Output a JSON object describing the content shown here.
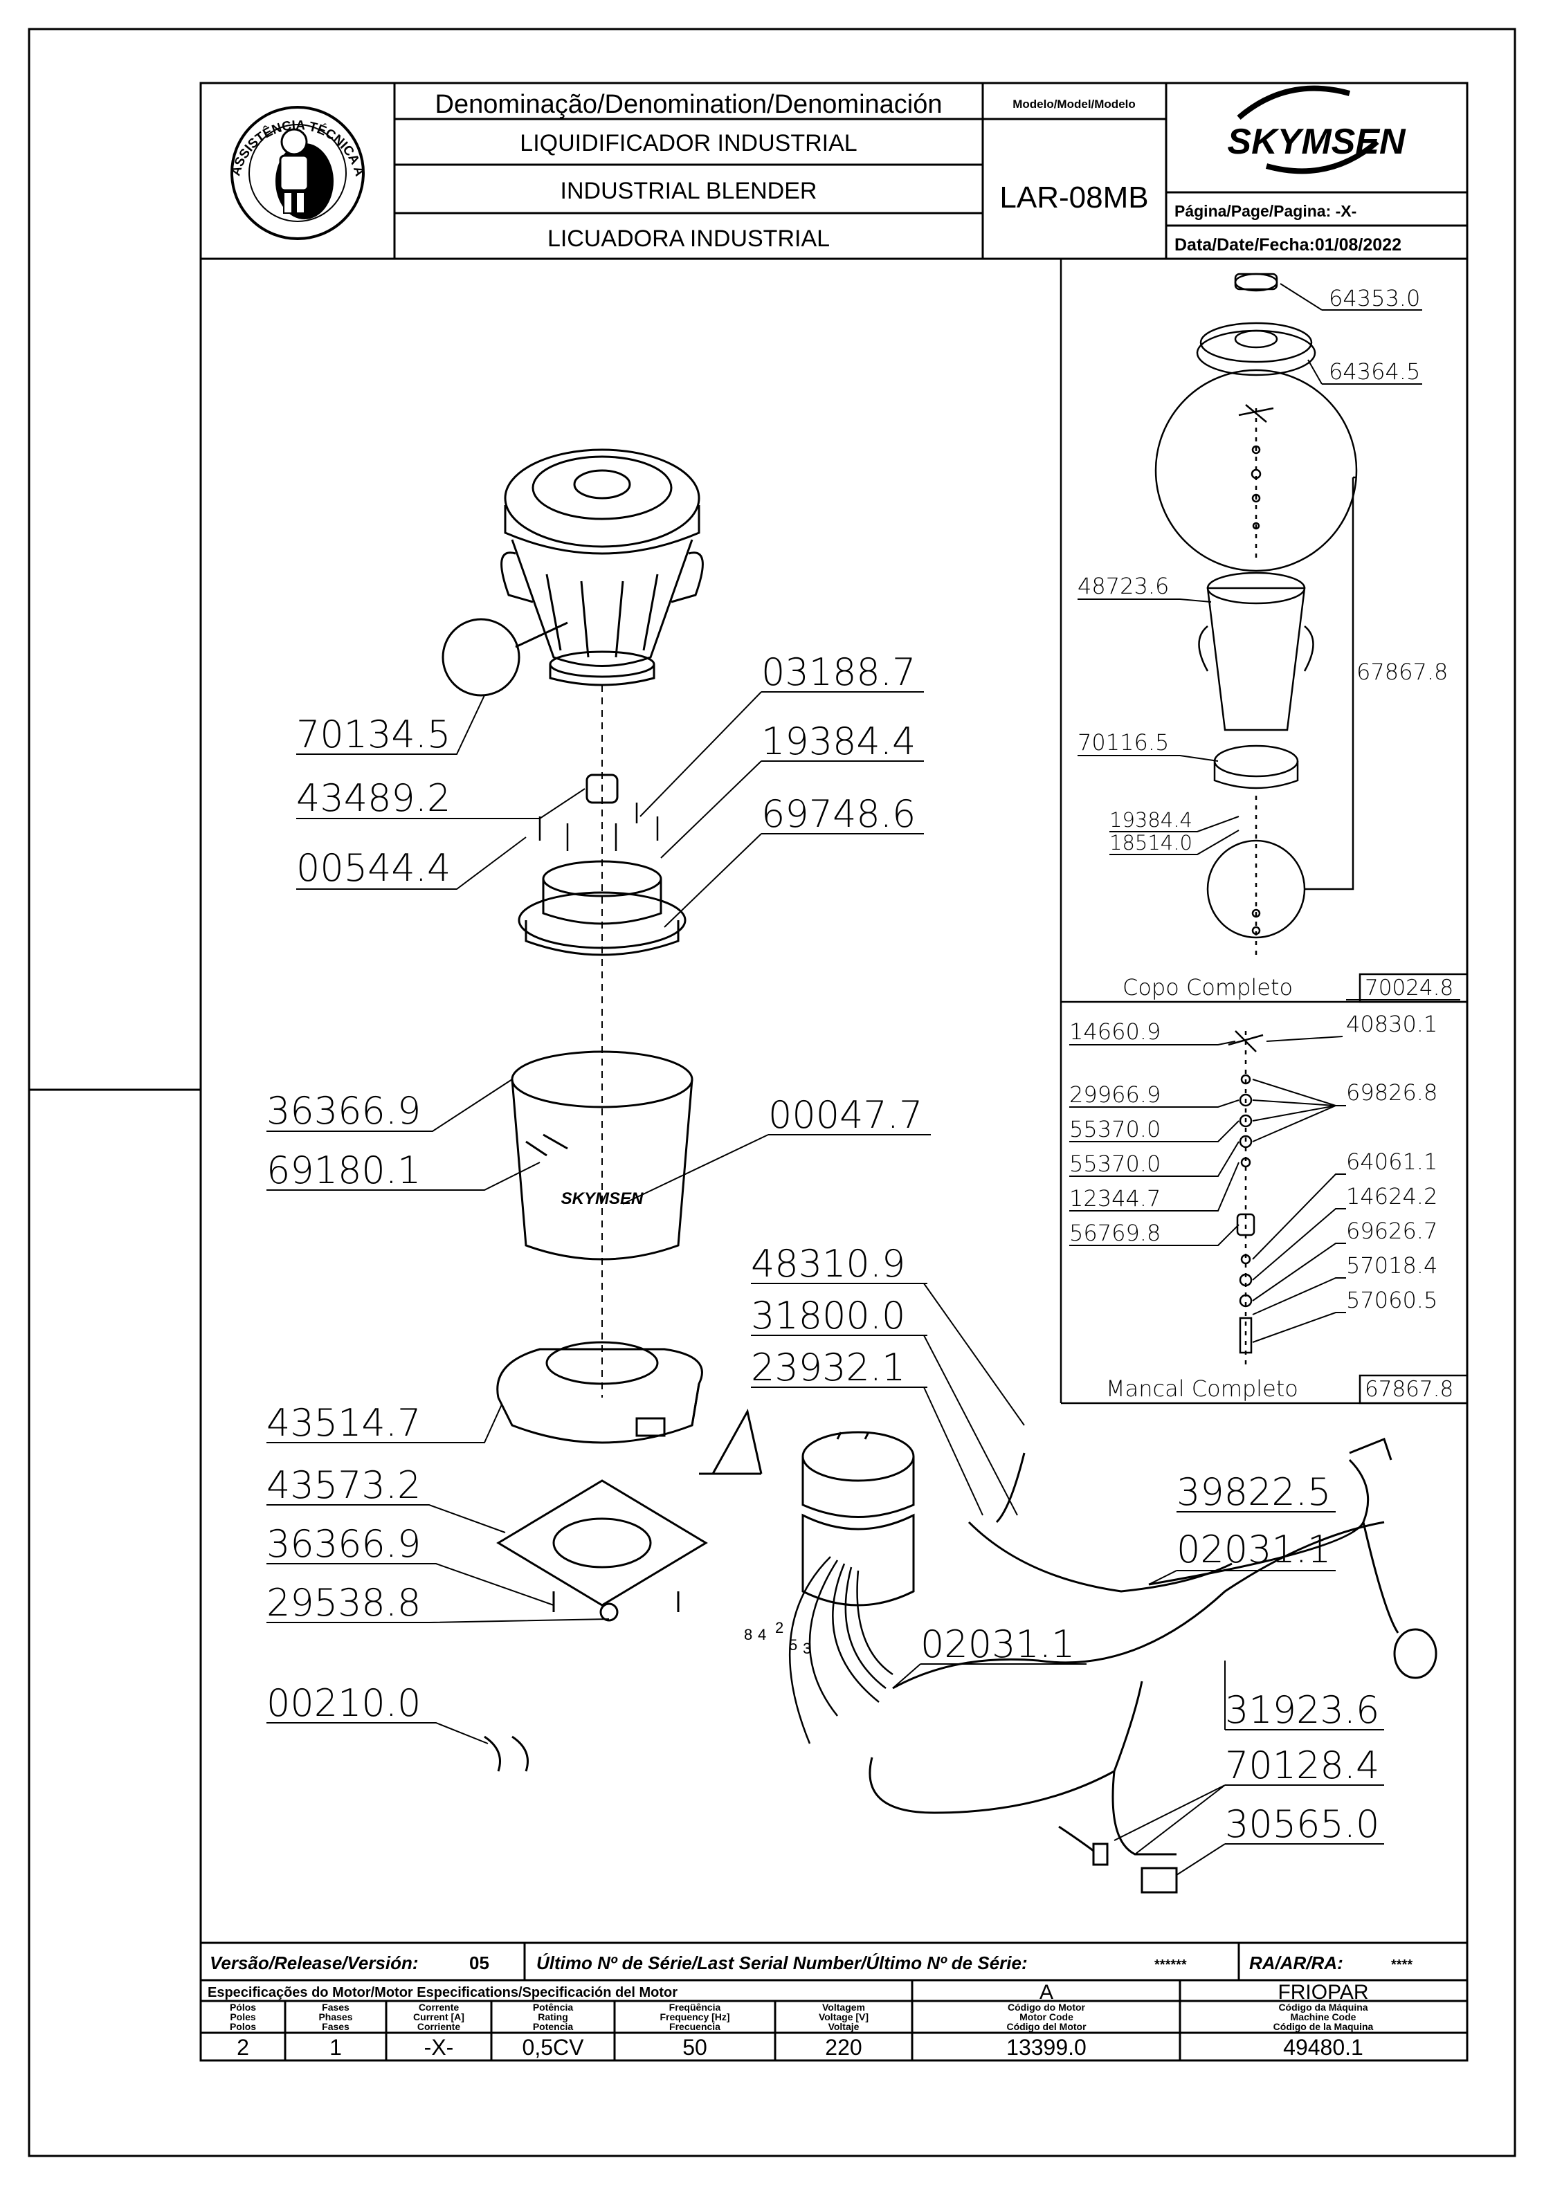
{
  "header": {
    "denomination_label": "Denominação/Denomination/Denominación",
    "name_pt": "LIQUIDIFICADOR INDUSTRIAL",
    "name_en": "INDUSTRIAL BLENDER",
    "name_es": "LICUADORA INDUSTRIAL",
    "model_label": "Modelo/Model/Modelo",
    "model": "LAR-08MB",
    "brand": "SKYMSEN",
    "page_label": "Página/Page/Pagina: -X-",
    "date_label": "Data/Date/Fecha:01/08/2022",
    "seal_text": "ASSISTÊNCIA TÉCNICA AUTORIZADA"
  },
  "main_parts": [
    {
      "code": "70134.5"
    },
    {
      "code": "03188.7"
    },
    {
      "code": "19384.4"
    },
    {
      "code": "43489.2"
    },
    {
      "code": "69748.6"
    },
    {
      "code": "00544.4"
    },
    {
      "code": "36366.9"
    },
    {
      "code": "69180.1"
    },
    {
      "code": "00047.7"
    },
    {
      "code": "48310.9"
    },
    {
      "code": "31800.0"
    },
    {
      "code": "23932.1"
    },
    {
      "code": "43514.7"
    },
    {
      "code": "43573.2"
    },
    {
      "code": "36366.9"
    },
    {
      "code": "29538.8"
    },
    {
      "code": "00210.0"
    },
    {
      "code": "39822.5"
    },
    {
      "code": "02031.1"
    },
    {
      "code": "02031.1"
    },
    {
      "code": "31923.6"
    },
    {
      "code": "70128.4"
    },
    {
      "code": "30565.0"
    }
  ],
  "view_letter": "A",
  "wire_numbers": [
    "8",
    "4",
    "2",
    "5",
    "3"
  ],
  "cup_panel": {
    "parts": [
      "64353.0",
      "64364.5",
      "48723.6",
      "67867.8",
      "70116.5",
      "19384.4",
      "18514.0"
    ],
    "title": "Copo Completo",
    "code": "70024.8"
  },
  "bearing_panel": {
    "parts": [
      "14660.9",
      "40830.1",
      "29966.9",
      "69826.8",
      "55370.0",
      "55370.0",
      "64061.1",
      "12344.7",
      "14624.2",
      "56769.8",
      "69626.7",
      "57018.4",
      "57060.5"
    ],
    "title": "Mancal Completo",
    "code": "67867.8"
  },
  "footer": {
    "version_label": "Versão/Release/Versión:",
    "version": "05",
    "serial_label": "Último Nº de Série/Last Serial Number/Último Nº de Série:",
    "serial": "******",
    "ra_label": "RA/AR/RA:",
    "ra": "****",
    "spec_label": "Especificações do Motor/Motor Especifications/Specificación del Motor",
    "motor_letter": "A",
    "maker": "FRIOPAR",
    "columns": [
      {
        "h1": "Pólos",
        "h2": "Poles",
        "h3": "Polos",
        "value": "2"
      },
      {
        "h1": "Fases",
        "h2": "Phases",
        "h3": "Fases",
        "value": "1"
      },
      {
        "h1": "Corrente",
        "h2": "Current [A]",
        "h3": "Corriente",
        "value": "-X-"
      },
      {
        "h1": "Potência",
        "h2": "Rating",
        "h3": "Potencia",
        "value": "0,5CV"
      },
      {
        "h1": "Freqüência",
        "h2": "Frequency [Hz]",
        "h3": "Frecuencia",
        "value": "50"
      },
      {
        "h1": "Voltagem",
        "h2": "Voltage [V]",
        "h3": "Voltaje",
        "value": "220"
      },
      {
        "h1": "Código do Motor",
        "h2": "Motor Code",
        "h3": "Código del Motor",
        "value": "13399.0"
      },
      {
        "h1": "Código da Máquina",
        "h2": "Machine Code",
        "h3": "Código de la Maquina",
        "value": "49480.1"
      }
    ]
  }
}
